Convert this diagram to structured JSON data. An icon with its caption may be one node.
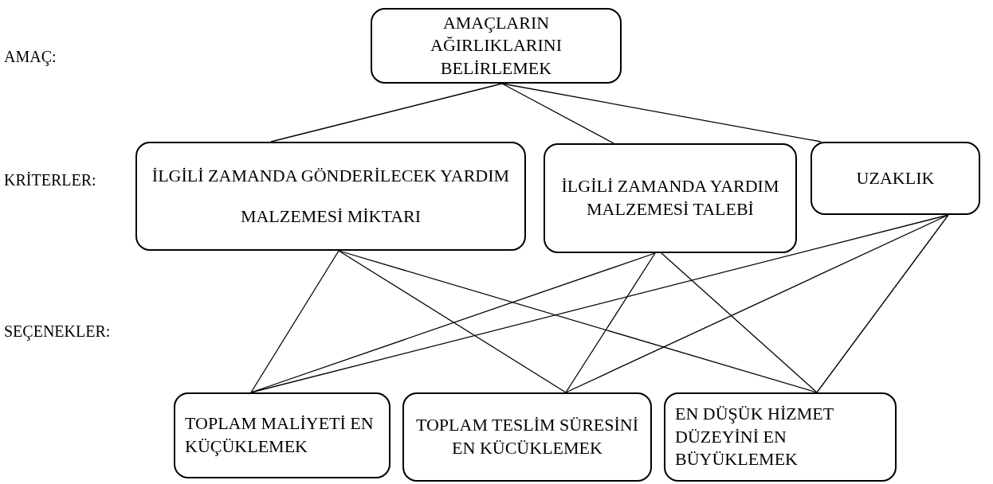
{
  "diagram": {
    "nodes": [
      {
        "text": [
          "AMAÇLARIN AĞIRLIKLARINI BELİRLEMEK"
        ]
      },
      {
        "text": [
          "İLGİLİ ZAMANDA GÖNDERİLECEK YARDIM MALZEMESİ MİKTARI"
        ]
      },
      {
        "text": [
          "İLGİLİ ZAMANDA YARDIM MALZEMESİ TALEBİ"
        ]
      },
      {
        "text": [
          "UZAKLIK"
        ]
      },
      {
        "text": [
          "TOPLAM MALİYETİ EN KÜÇÜKLEMEK"
        ]
      },
      {
        "text": [
          "TOPLAM TESLİM SÜRESİNİ EN KÜCÜKLEMEK"
        ]
      },
      {
        "text": [
          "EN DÜŞÜK HİZMET DÜZEYİNİ EN BÜYÜKLEMEK"
        ]
      }
    ],
    "edges": [
      {
        "from": 0,
        "to": 1,
        "arrow": "none"
      },
      {
        "from": 0,
        "to": 2,
        "arrow": "none"
      },
      {
        "from": 0,
        "to": 3,
        "arrow": "none"
      },
      {
        "from": 1,
        "to": 4,
        "arrow": "none"
      },
      {
        "from": 1,
        "to": 5,
        "arrow": "none"
      },
      {
        "from": 1,
        "to": 6,
        "arrow": "none"
      },
      {
        "from": 2,
        "to": 4,
        "arrow": "none"
      },
      {
        "from": 2,
        "to": 5,
        "arrow": "none"
      },
      {
        "from": 2,
        "to": 6,
        "arrow": "none"
      },
      {
        "from": 3,
        "to": 4,
        "arrow": "none"
      },
      {
        "from": 3,
        "to": 5,
        "arrow": "none"
      },
      {
        "from": 3,
        "to": 6,
        "arrow": "none"
      }
    ],
    "labels": [
      "AMAÇ:",
      "KRİTERLER:",
      "SEÇENEKLER:"
    ]
  }
}
